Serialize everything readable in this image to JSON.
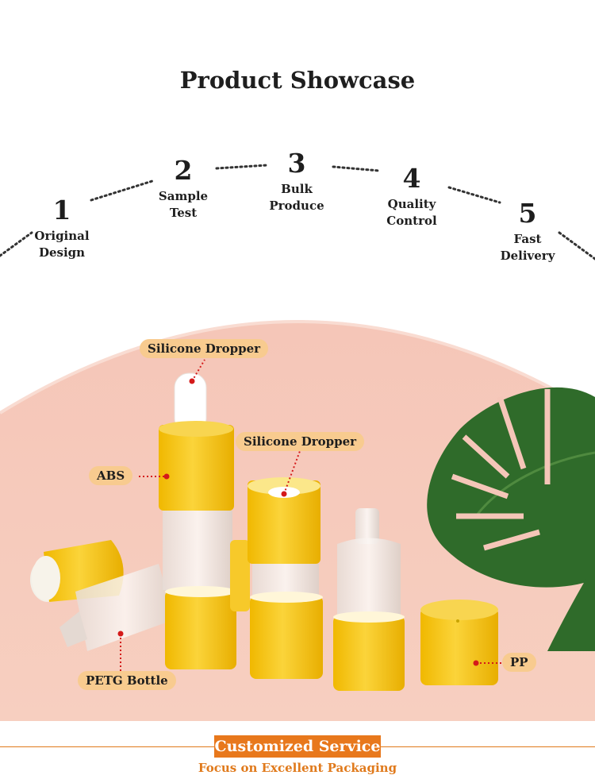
{
  "title": "Product Showcase",
  "steps": [
    {
      "num": "1",
      "label1": "Original",
      "label2": "Design"
    },
    {
      "num": "2",
      "label1": "Sample",
      "label2": "Test"
    },
    {
      "num": "3",
      "label1": "Bulk",
      "label2": "Produce"
    },
    {
      "num": "4",
      "label1": "Quality",
      "label2": "Control"
    },
    {
      "num": "5",
      "label1": "Fast",
      "label2": "Delivery"
    }
  ],
  "callouts": {
    "silicone_dropper_1": "Silicone Dropper",
    "silicone_dropper_2": "Silicone Dropper",
    "abs": "ABS",
    "petg_bottle": "PETG Bottle",
    "pp": "PP"
  },
  "footer": {
    "title": "Customized Service",
    "subtitle": "Focus on Excellent Packaging"
  },
  "colors": {
    "accent": "#e8781c",
    "tag": "#f8cb8f",
    "cap_yellow": "#f5c518",
    "pink_bg": "#f6c8bc"
  }
}
